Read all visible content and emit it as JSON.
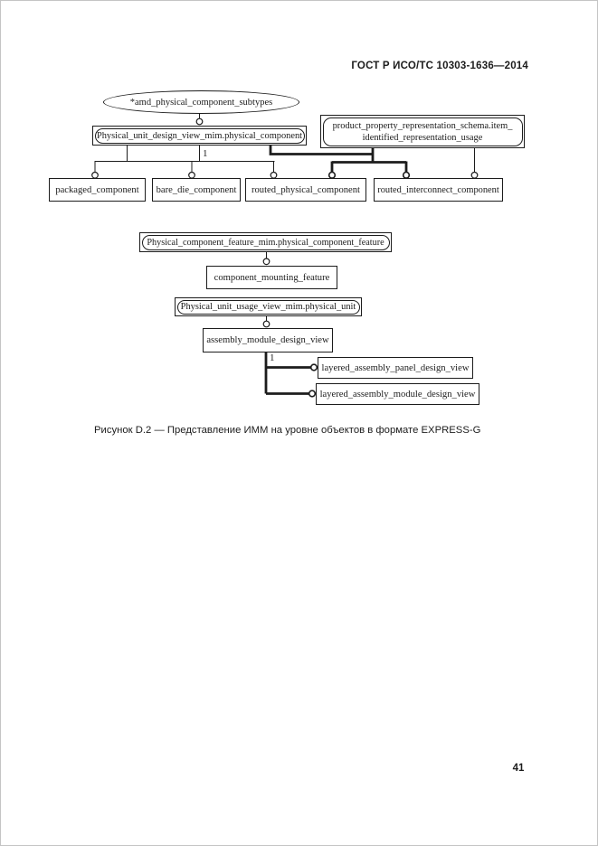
{
  "header": {
    "standard_ref": "ГОСТ Р ИСО/ТС 10303-1636—2014"
  },
  "figure": {
    "caption": "Рисунок D.2 — Представление ИММ на уровне объектов в формате EXPRESS-G",
    "diagram": {
      "select_oval": "*amd_physical_component_subtypes",
      "interschema_refs": {
        "physical_unit_design_view": "Physical_unit_design_view_mim.physical_component",
        "product_property_line1": "product_property_representation_schema.item_",
        "product_property_line2": "identified_representation_usage",
        "physical_component_feature": "Physical_component_feature_mim.physical_component_feature",
        "physical_unit_usage_view": "Physical_unit_usage_view_mim.physical_unit"
      },
      "entities": {
        "packaged_component": "packaged_component",
        "bare_die_component": "bare_die_component",
        "routed_physical_component": "routed_physical_component",
        "routed_interconnect_component": "routed_interconnect_component",
        "component_mounting_feature": "component_mounting_feature",
        "assembly_module_design_view": "assembly_module_design_view",
        "layered_assembly_panel_design_view": "layered_assembly_panel_design_view",
        "layered_assembly_module_design_view": "layered_assembly_module_design_view"
      },
      "annotations": {
        "supertype_cardinality_top": "1",
        "supertype_cardinality_bottom": "1"
      },
      "colors": {
        "line": "#1c1c1c",
        "background": "#ffffff"
      }
    }
  },
  "footer": {
    "page_number": "41"
  }
}
